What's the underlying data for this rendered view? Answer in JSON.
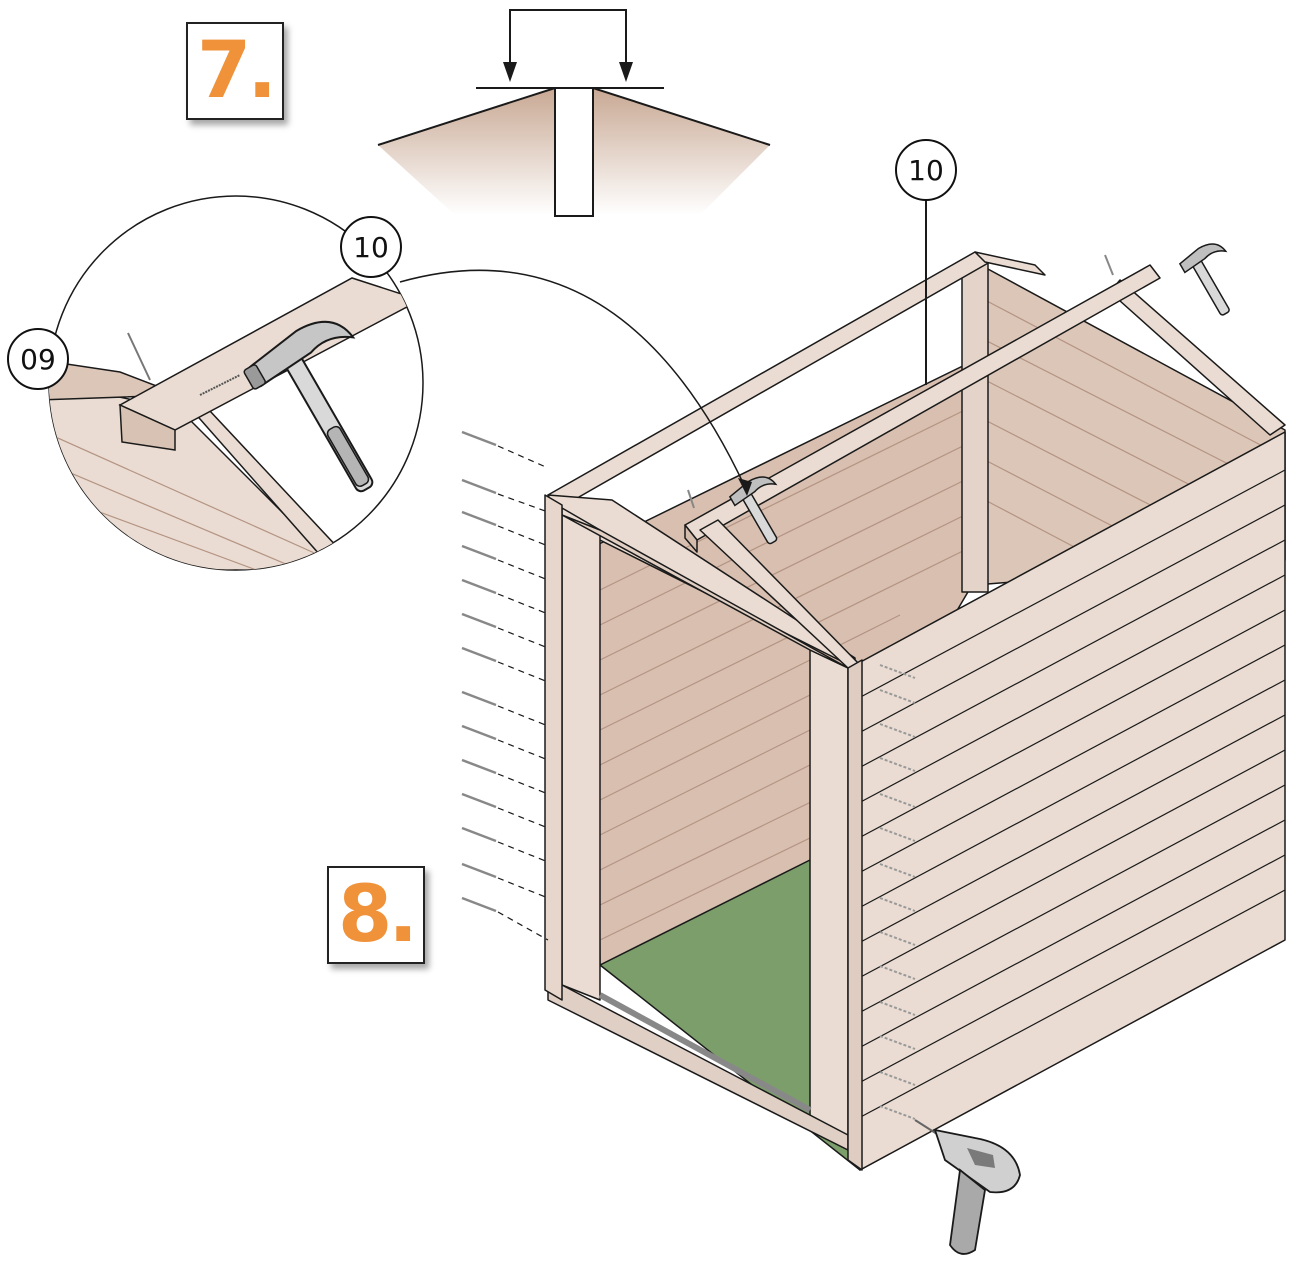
{
  "steps": {
    "step7": "7.",
    "step8": "8."
  },
  "callouts": {
    "detail_09": "09",
    "detail_10": "10",
    "main_10": "10"
  },
  "colors": {
    "accent": "#f0923a",
    "wood_light": "#eadcd2",
    "wood_mid": "#dcc6b8",
    "wood_shadow": "#cdb2a2",
    "floor_green": "#7c9e6a",
    "line": "#1a1a1a"
  },
  "icons": [
    "hammer-icon",
    "drill-icon",
    "nail-icon",
    "screw-icon",
    "arrow-down-icon"
  ]
}
